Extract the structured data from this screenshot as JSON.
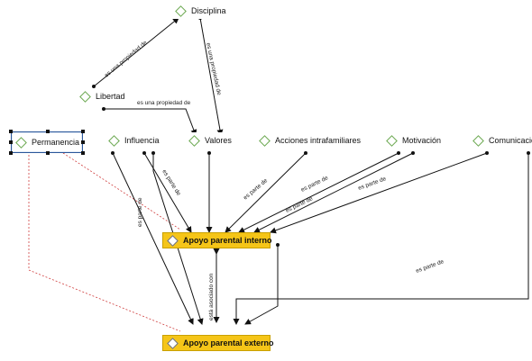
{
  "nodes": {
    "disciplina": "Disciplina",
    "libertad": "Libertad",
    "permanencia": "Permanencia",
    "influencia": "Influencia",
    "valores": "Valores",
    "acciones": "Acciones intrafamiliares",
    "motivacion": "Motivación",
    "comunicacion": "Comunicació",
    "apoyo_interno": "Apoyo parental interno",
    "apoyo_externo": "Apoyo parental externo"
  },
  "edges": {
    "libertad_disciplina": "es una propiedad de",
    "disciplina_valores": "es una propiedad de",
    "libertad_valores": "es una propiedad de",
    "influencia_interno": "es parte de",
    "acciones_interno": "es parte de",
    "motivacion_interno_1": "es parte de",
    "motivacion_interno_2": "es parte de",
    "comunicacion_interno": "es parte de",
    "influencia_externo": "es parte de",
    "comunicacion_externo": "es parte de",
    "asociado": "está asociado con"
  },
  "colors": {
    "node_fill": "#f5c518",
    "node_icon": "#6aa84f",
    "link": "#111111",
    "dashed_link": "#d04040"
  }
}
